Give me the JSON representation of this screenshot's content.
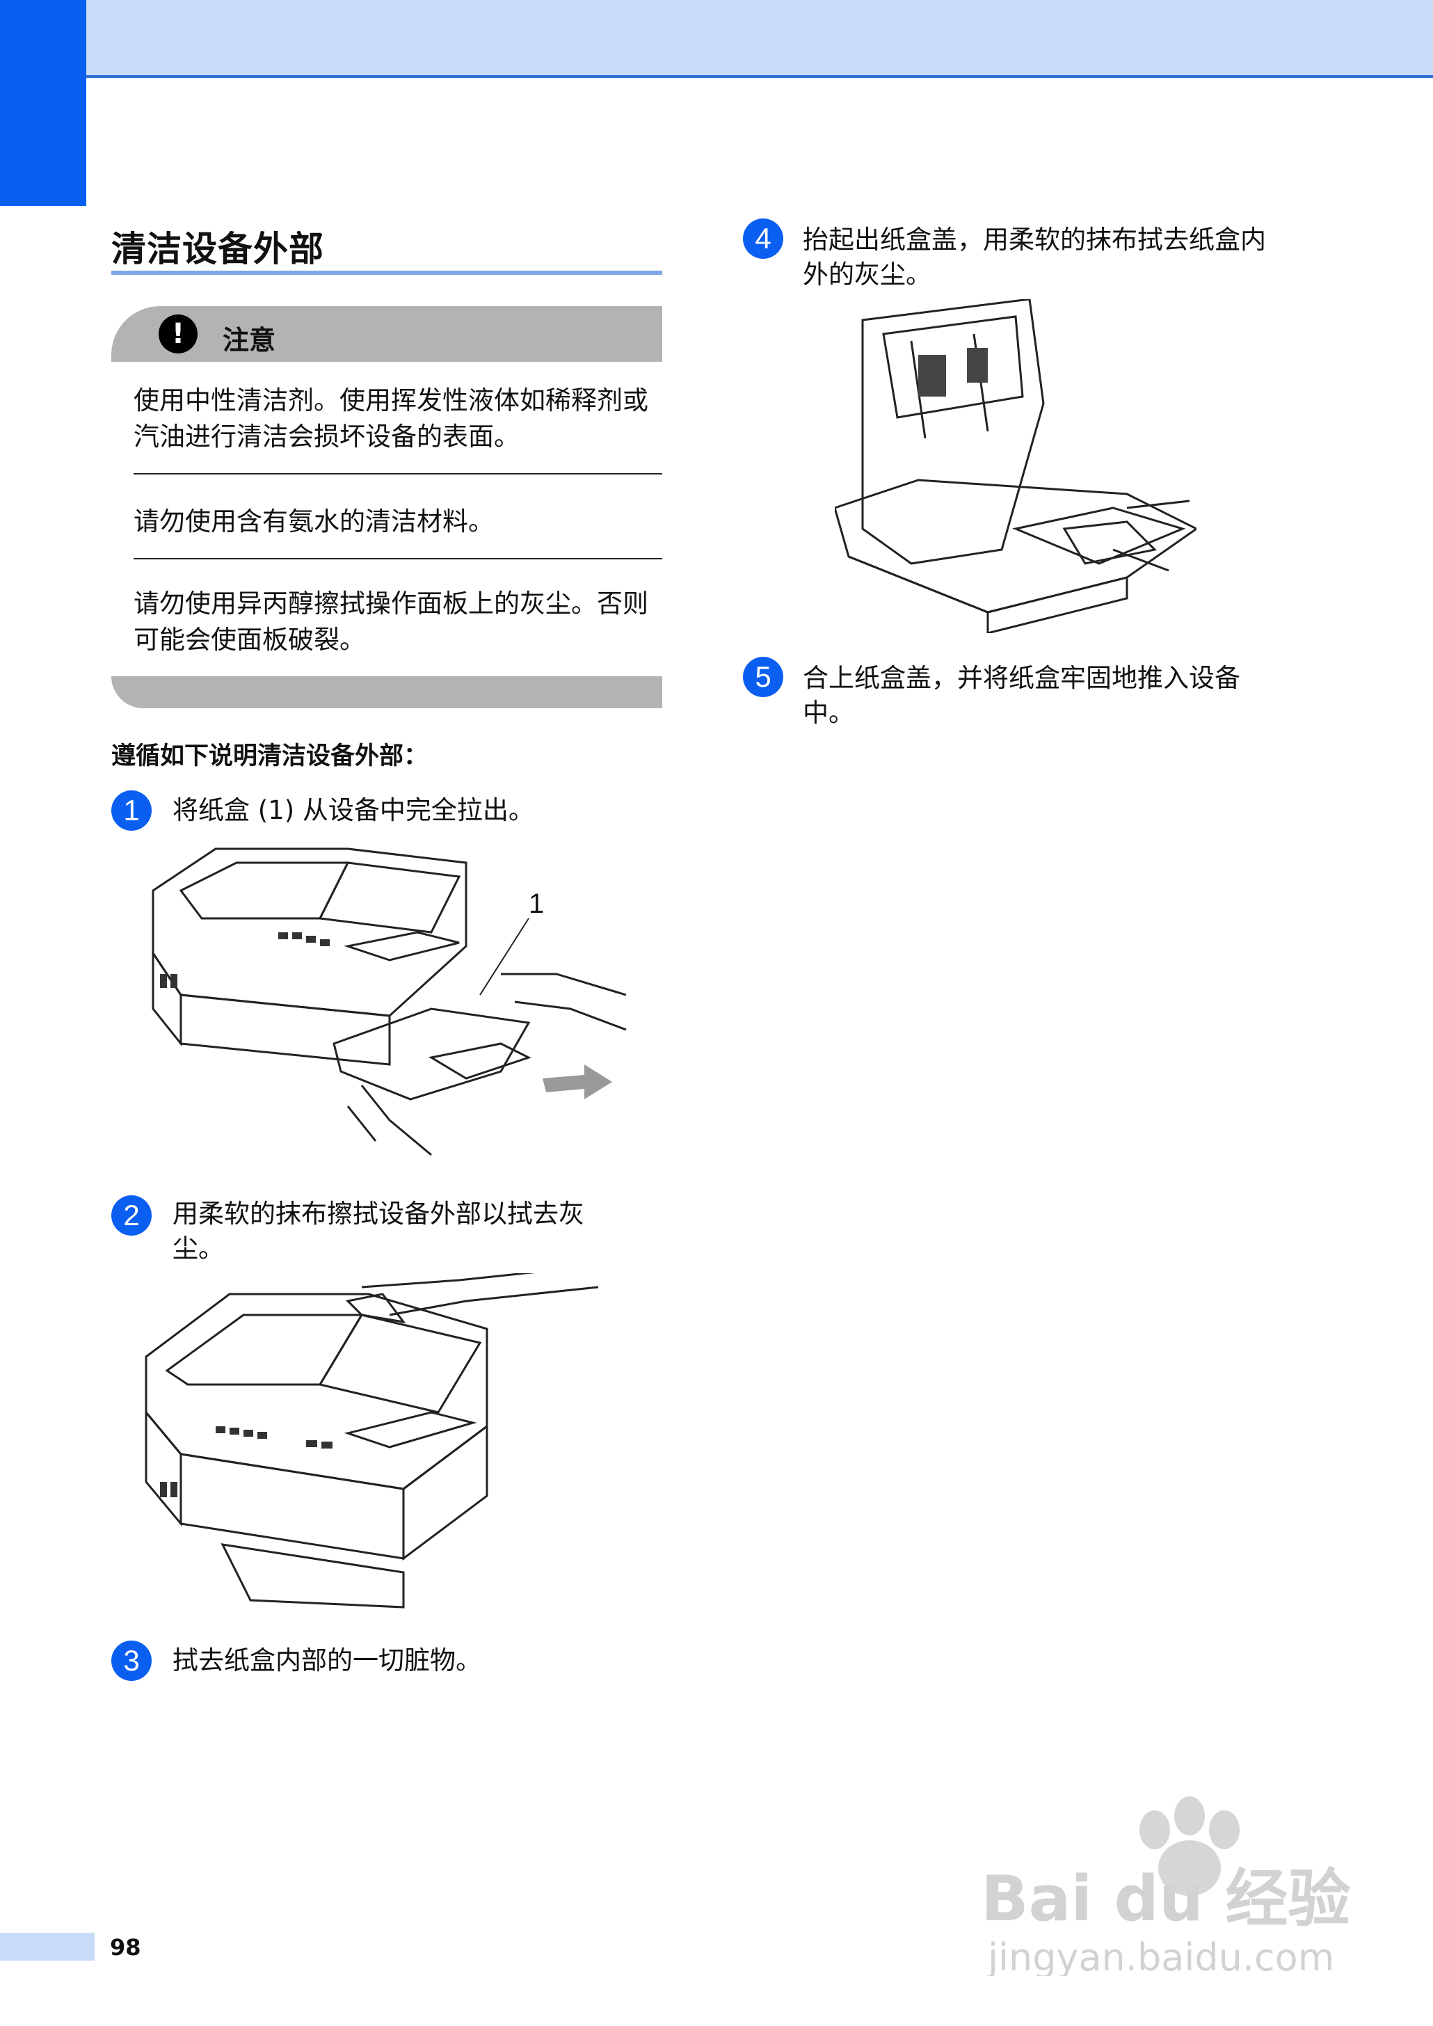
{
  "section_title": "清洁设备外部",
  "caution": {
    "label": "注意",
    "icon": "exclamation-icon",
    "items": [
      "使用中性清洁剂。使用挥发性液体如稀释剂或汽油进行清洁会损坏设备的表面。",
      "请勿使用含有氨水的清洁材料。",
      "请勿使用异丙醇擦拭操作面板上的灰尘。否则可能会使面板破裂。"
    ]
  },
  "intro": "遵循如下说明清洁设备外部：",
  "steps": [
    {
      "num": "1",
      "text": "将纸盒 (1) 从设备中完全拉出。",
      "callout": "1"
    },
    {
      "num": "2",
      "text": "用柔软的抹布擦拭设备外部以拭去灰尘。"
    },
    {
      "num": "3",
      "text": "拭去纸盒内部的一切脏物。"
    },
    {
      "num": "4",
      "text": "抬起出纸盒盖，用柔软的抹布拭去纸盒内外的灰尘。"
    },
    {
      "num": "5",
      "text": "合上纸盒盖，并将纸盒牢固地推入设备中。"
    }
  ],
  "page_number": "98",
  "watermark": {
    "brand": "Bai du 经验",
    "url": "jingyan.baidu.com"
  },
  "colors": {
    "accent": "#0a5ff0",
    "band": "#c9dcf7",
    "caution_gray": "#b3b3b3"
  }
}
